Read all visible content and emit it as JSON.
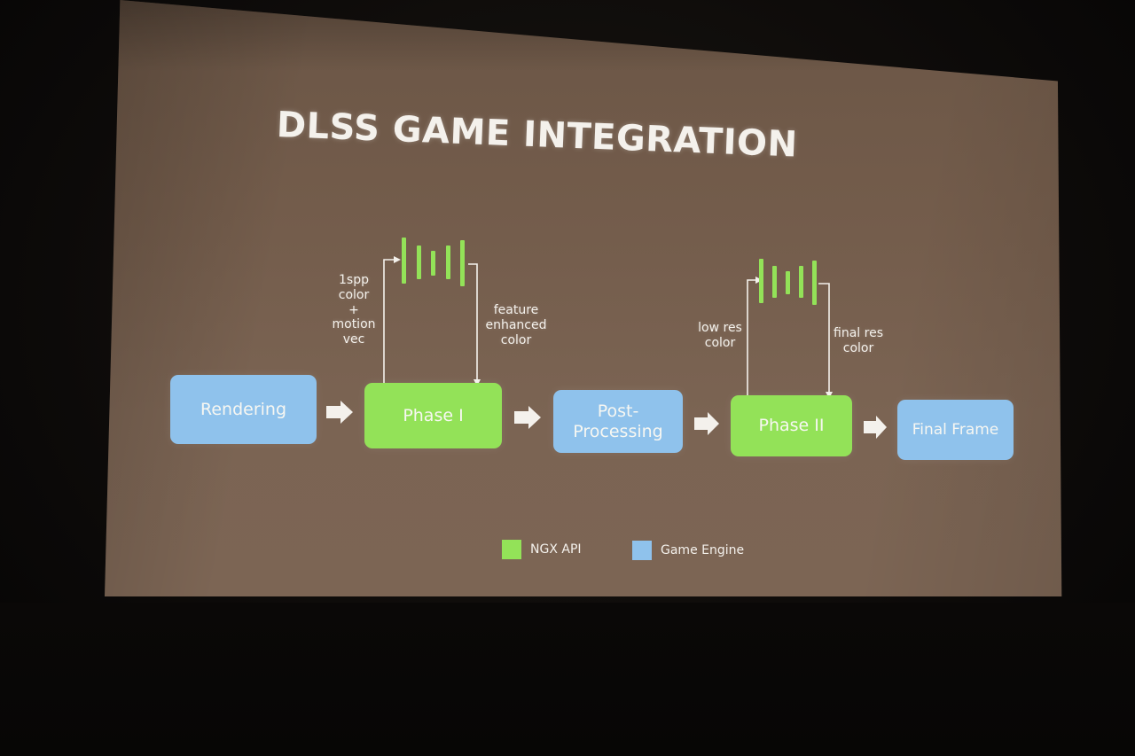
{
  "slide": {
    "title": "DLSS GAME INTEGRATION"
  },
  "blocks": {
    "rendering": "Rendering",
    "phase1": "Phase I",
    "post_processing": "Post-\nProcessing",
    "phase2": "Phase II",
    "final_frame": "Final Frame"
  },
  "labels": {
    "phase1_in": "1spp\ncolor\n+\nmotion\nvec",
    "phase1_out": "feature\nenhanced\ncolor",
    "phase2_in": "low res\ncolor",
    "phase2_out": "final res\ncolor"
  },
  "legend": {
    "ngx": "NGX API",
    "engine": "Game Engine"
  },
  "colors": {
    "ngx_api": "#93e258",
    "game_engine": "#8fc2ec",
    "screen": "#765f4e",
    "text": "#f4f1ec"
  },
  "icons": {
    "network": "neural-network-icon",
    "flow_arrow": "right-arrow-icon"
  }
}
